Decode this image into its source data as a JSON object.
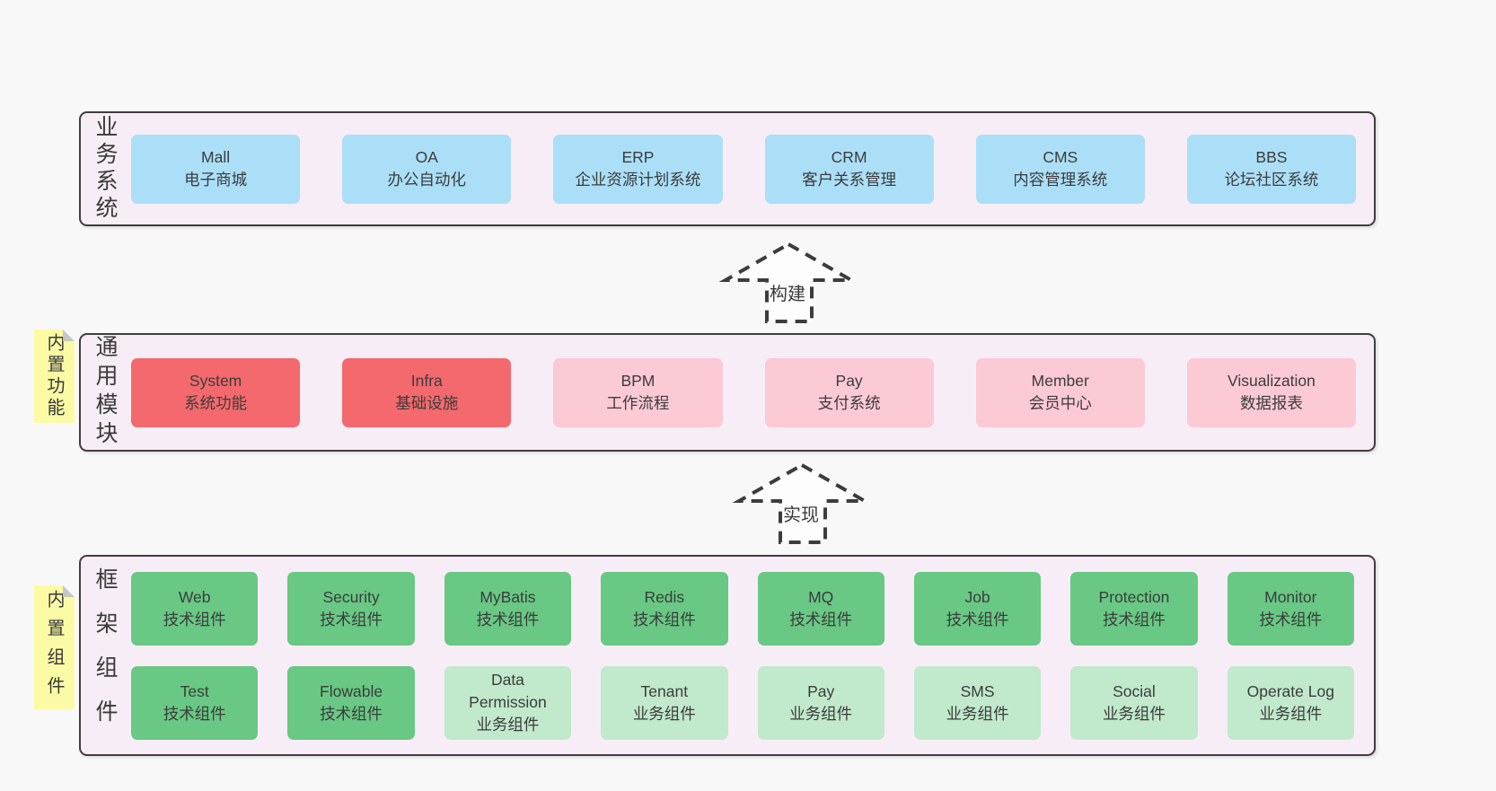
{
  "colors": {
    "page_bg": "#f8f8f8",
    "band_bg": "#f7edf6",
    "band_border": "#3e3e3e",
    "box_blue": "#abdff8",
    "box_red": "#f4696d",
    "box_pink": "#fccad4",
    "box_green": "#68c884",
    "box_light_green": "#c1e9cb",
    "sticky_yellow": "#fbfba5",
    "sticky_fold_gray": "#c6c6c6",
    "text": "#3c3c3c"
  },
  "arrows": [
    {
      "label": "构建"
    },
    {
      "label": "实现"
    }
  ],
  "bands": [
    {
      "label": "业务系统",
      "boxes": [
        {
          "name": "Mall",
          "subtitle": "电子商城"
        },
        {
          "name": "OA",
          "subtitle": "办公自动化"
        },
        {
          "name": "ERP",
          "subtitle": "企业资源计划系统"
        },
        {
          "name": "CRM",
          "subtitle": "客户关系管理"
        },
        {
          "name": "CMS",
          "subtitle": "内容管理系统"
        },
        {
          "name": "BBS",
          "subtitle": "论坛社区系统"
        }
      ]
    },
    {
      "label": "通用模块",
      "sticky": "内置功能",
      "boxes": [
        {
          "name": "System",
          "subtitle": "系统功能"
        },
        {
          "name": "Infra",
          "subtitle": "基础设施"
        },
        {
          "name": "BPM",
          "subtitle": "工作流程"
        },
        {
          "name": "Pay",
          "subtitle": "支付系统"
        },
        {
          "name": "Member",
          "subtitle": "会员中心"
        },
        {
          "name": "Visualization",
          "subtitle": "数据报表"
        }
      ]
    },
    {
      "label": "框架组件",
      "sticky": "内置组件",
      "rows": [
        [
          {
            "name": "Web",
            "subtitle": "技术组件"
          },
          {
            "name": "Security",
            "subtitle": "技术组件"
          },
          {
            "name": "MyBatis",
            "subtitle": "技术组件"
          },
          {
            "name": "Redis",
            "subtitle": "技术组件"
          },
          {
            "name": "MQ",
            "subtitle": "技术组件"
          },
          {
            "name": "Job",
            "subtitle": "技术组件"
          },
          {
            "name": "Protection",
            "subtitle": "技术组件"
          },
          {
            "name": "Monitor",
            "subtitle": "技术组件"
          }
        ],
        [
          {
            "name": "Test",
            "subtitle": "技术组件"
          },
          {
            "name": "Flowable",
            "subtitle": "技术组件"
          },
          {
            "name": "Data Permission",
            "subtitle": "业务组件"
          },
          {
            "name": "Tenant",
            "subtitle": "业务组件"
          },
          {
            "name": "Pay",
            "subtitle": "业务组件"
          },
          {
            "name": "SMS",
            "subtitle": "业务组件"
          },
          {
            "name": "Social",
            "subtitle": "业务组件"
          },
          {
            "name": "Operate Log",
            "subtitle": "业务组件"
          }
        ]
      ]
    }
  ]
}
